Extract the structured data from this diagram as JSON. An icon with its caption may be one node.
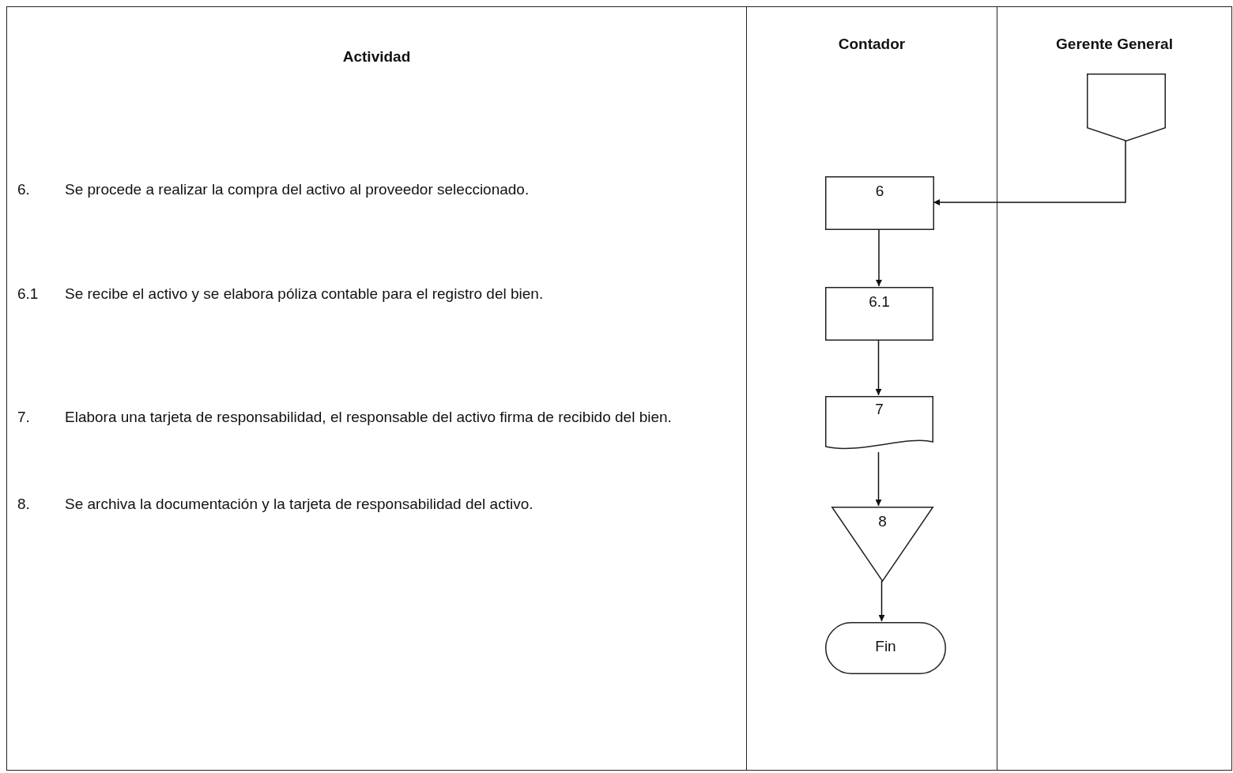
{
  "diagram": {
    "nodes": [
      {
        "text": [
          "Actividad"
        ]
      },
      {
        "text": [
          "Contador"
        ]
      },
      {
        "text": [
          "Gerente General"
        ]
      },
      {
        "text": [],
        "shape": "pentagon",
        "in": 2
      },
      {
        "text": [
          "6"
        ],
        "in": 1
      },
      {
        "text": [
          "6.1"
        ],
        "in": 1
      },
      {
        "text": [
          "7"
        ],
        "in": 1
      },
      {
        "text": [
          "8"
        ],
        "in": 1
      },
      {
        "text": [
          "Fin"
        ],
        "in": 1
      }
    ],
    "edges": [
      {
        "from": 3,
        "to": 4,
        "arrow": "to"
      },
      {
        "from": 4,
        "to": 5,
        "arrow": "to"
      },
      {
        "from": 5,
        "to": 6,
        "arrow": "to"
      },
      {
        "from": 6,
        "to": 7,
        "arrow": "to"
      },
      {
        "from": 7,
        "to": 8,
        "arrow": "to"
      }
    ],
    "labels": [
      "6.",
      "Se procede a realizar la compra del activo al proveedor seleccionado.",
      "6.1",
      "Se recibe el activo y se elabora póliza contable para el registro del bien.",
      "7.",
      "Elabora una tarjeta de responsabilidad, el responsable del activo firma de recibido del bien.",
      "8.",
      "Se archiva la documentación y la tarjeta de responsabilidad del activo."
    ]
  }
}
